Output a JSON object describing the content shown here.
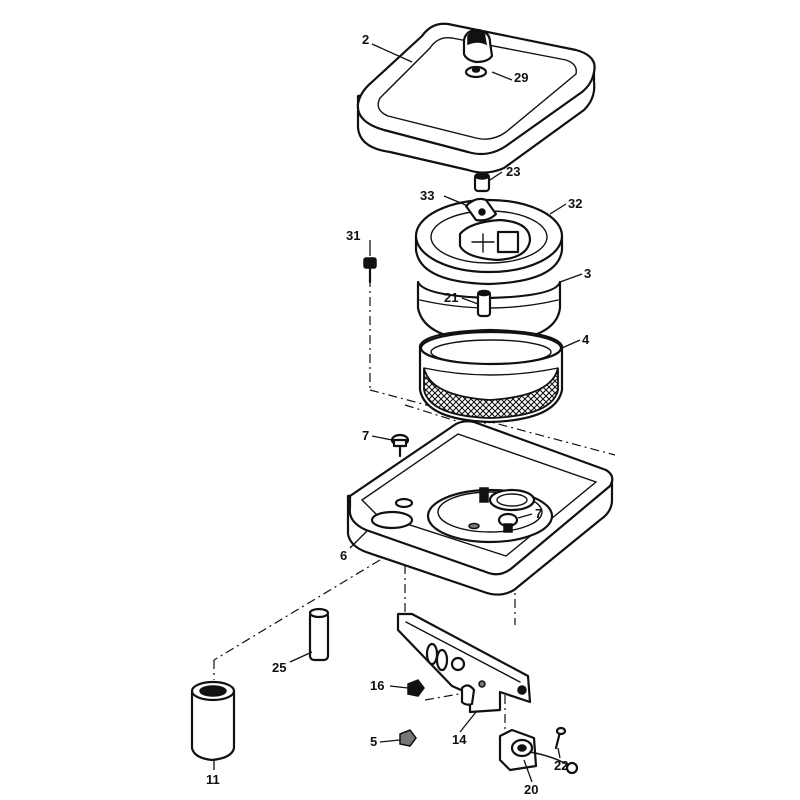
{
  "callouts": {
    "c2": "2",
    "c29": "29",
    "c23": "23",
    "c33": "33",
    "c32": "32",
    "c31": "31",
    "c3": "3",
    "c21": "21",
    "c4": "4",
    "c7a": "7",
    "c7b": "7",
    "c6": "6",
    "c25": "25",
    "c16": "16",
    "c5": "5",
    "c14": "14",
    "c22": "22",
    "c20": "20",
    "c11": "11"
  }
}
